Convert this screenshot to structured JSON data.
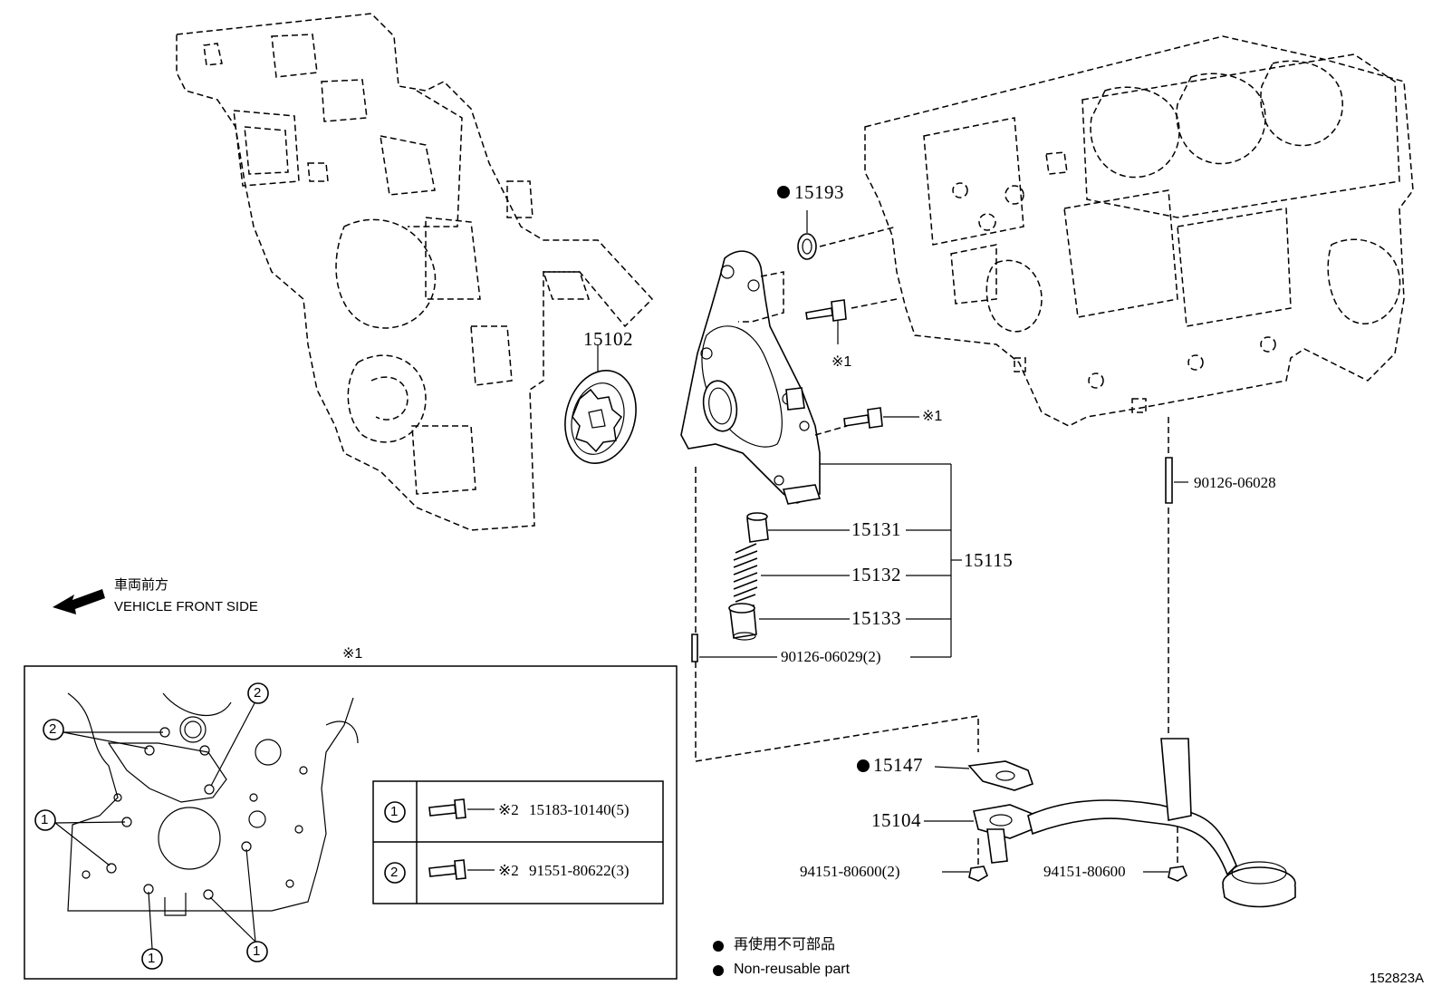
{
  "parts": {
    "p15102": "15102",
    "p15193": "15193",
    "p15131": "15131",
    "p15132": "15132",
    "p15133": "15133",
    "p15115": "15115",
    "p90126_06029": "90126-06029(2)",
    "p90126_06028": "90126-06028",
    "p15147": "15147",
    "p15104": "15104",
    "p94151_left": "94151-80600(2)",
    "p94151_right": "94151-80600"
  },
  "ref_marks": {
    "bolt_upper": "※1",
    "bolt_lower": "※1",
    "inset_title": "※1"
  },
  "direction": {
    "jp": "車両前方",
    "en": "VEHICLE FRONT SIDE"
  },
  "inset_table": {
    "rows": [
      {
        "num": "1",
        "ref": "※2",
        "part": "15183-10140(5)"
      },
      {
        "num": "2",
        "ref": "※2",
        "part": "91551-80622(3)"
      }
    ],
    "callouts": [
      "2",
      "2",
      "1",
      "1",
      "1"
    ]
  },
  "legend": {
    "jp": "再使用不可部品",
    "en": "Non-reusable part"
  },
  "diagram_id": "152823A"
}
